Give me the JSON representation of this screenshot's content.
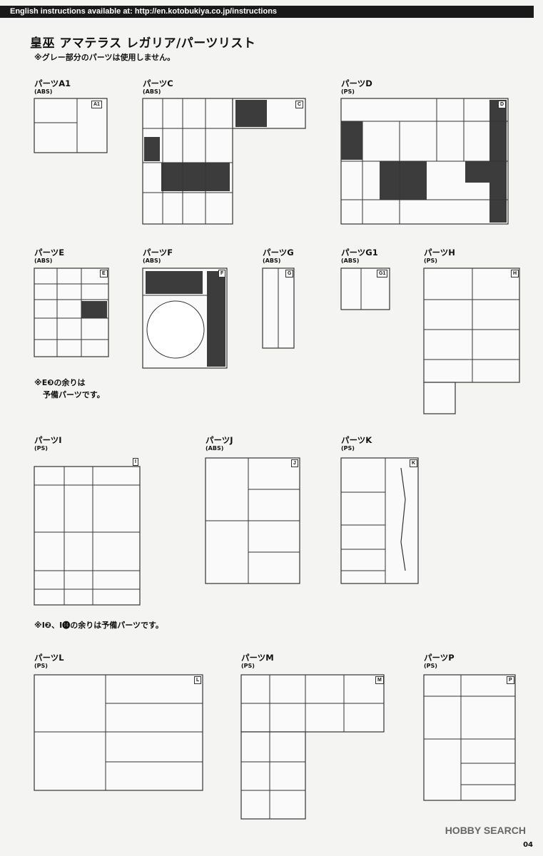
{
  "header": {
    "banner": "English instructions available at: http://en.kotobukiya.co.jp/instructions"
  },
  "page": {
    "title": "皇巫 アマテラス レガリア/パーツリスト",
    "note_gray": "※グレー部分のパーツは使用しません。"
  },
  "sections": [
    {
      "name": "パーツA1",
      "material": "(ABS)",
      "tag": "A1"
    },
    {
      "name": "パーツC",
      "material": "(ABS)",
      "tag": "C"
    },
    {
      "name": "パーツD",
      "material": "(PS)",
      "tag": "D"
    },
    {
      "name": "パーツE",
      "material": "(ABS)",
      "tag": "E"
    },
    {
      "name": "パーツF",
      "material": "(ABS)",
      "tag": "F"
    },
    {
      "name": "パーツG",
      "material": "(ABS)",
      "tag": "G"
    },
    {
      "name": "パーツG1",
      "material": "(ABS)",
      "tag": "G1"
    },
    {
      "name": "パーツH",
      "material": "(PS)",
      "tag": "H"
    },
    {
      "name": "パーツI",
      "material": "(PS)",
      "tag": "I"
    },
    {
      "name": "パーツJ",
      "material": "(ABS)",
      "tag": "J"
    },
    {
      "name": "パーツK",
      "material": "(PS)",
      "tag": "K"
    },
    {
      "name": "パーツL",
      "material": "(PS)",
      "tag": "L"
    },
    {
      "name": "パーツM",
      "material": "(PS)",
      "tag": "M"
    },
    {
      "name": "パーツP",
      "material": "(PS)",
      "tag": "P"
    }
  ],
  "notes": {
    "e_spare_line1": "※E❸の余りは",
    "e_spare_line2": "予備パーツです。",
    "i_spare": "※I❷、I⓮の余りは予備パーツです。"
  },
  "footer": {
    "watermark": "HOBBY SEARCH",
    "page_number": "04"
  }
}
